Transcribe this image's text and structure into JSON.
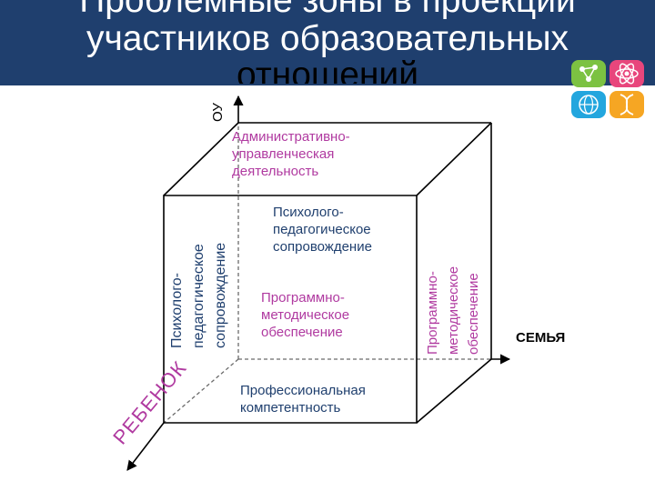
{
  "title": {
    "line1": "Проблемные зоны в проекции",
    "line2": "участников образовательных",
    "line3": "отношений"
  },
  "axes": {
    "ou": "ОУ",
    "family": "СЕМЬЯ",
    "child": "РЕБЕНОК"
  },
  "zones": {
    "admin": [
      "Административно-",
      "управленческая",
      "деятельность"
    ],
    "psych_center": [
      "Психолого-",
      "педагогическое",
      "сопровождение"
    ],
    "program_center": [
      "Программно-",
      "методическое",
      "обеспечение"
    ],
    "professional": [
      "Профессиональная",
      "компетентность"
    ],
    "psych_left": [
      "Психолого-",
      "педагогическое",
      "сопровождение"
    ],
    "program_right": [
      "Программно-",
      "методическое",
      "обеспечение"
    ]
  },
  "colors": {
    "title_bg": "#1f3f6e",
    "magenta": "#b03aa0",
    "navy": "#1f3f6e",
    "black": "#000000"
  },
  "logo": {
    "icons": [
      "molecule-icon",
      "atom-icon",
      "globe-icon",
      "dna-icon"
    ],
    "colors": [
      "#7cc242",
      "#e8467c",
      "#23a6de",
      "#f6a623"
    ]
  }
}
